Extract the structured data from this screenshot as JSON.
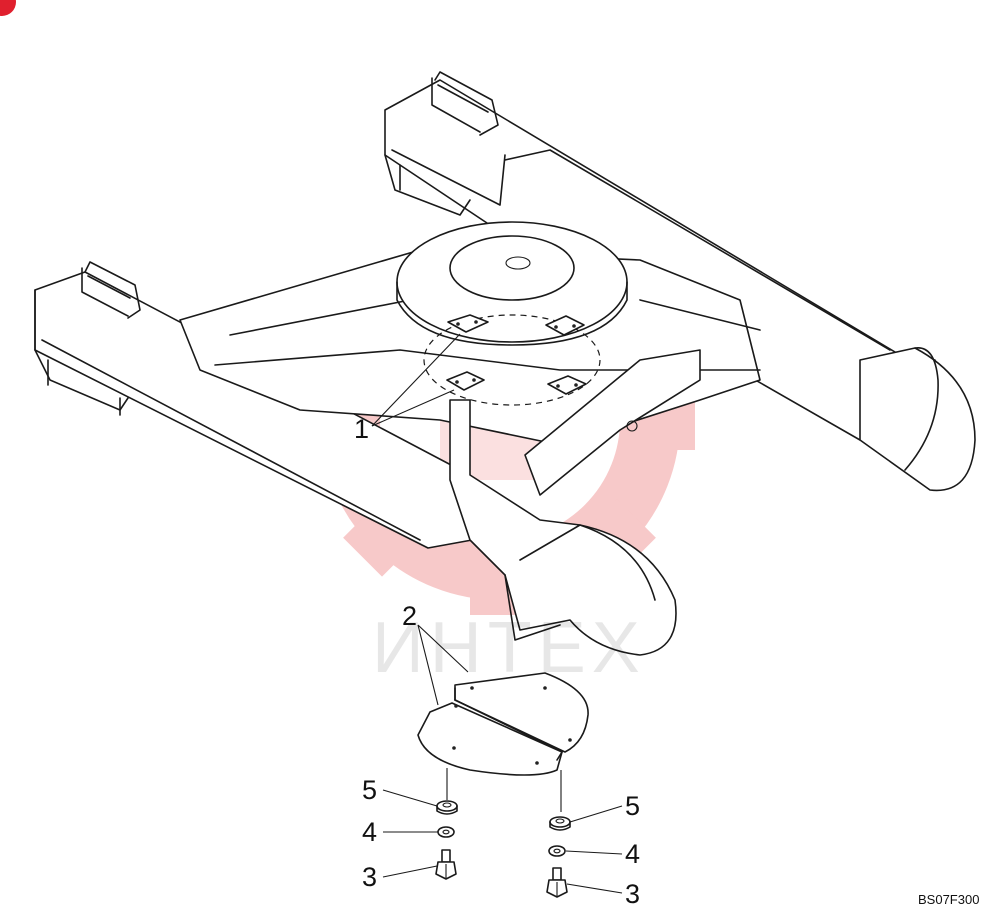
{
  "diagram": {
    "callouts": [
      {
        "id": "1",
        "label": "1"
      },
      {
        "id": "2",
        "label": "2"
      },
      {
        "id": "5a",
        "label": "5"
      },
      {
        "id": "4a",
        "label": "4"
      },
      {
        "id": "3a",
        "label": "3"
      },
      {
        "id": "5b",
        "label": "5"
      },
      {
        "id": "4b",
        "label": "4"
      },
      {
        "id": "3b",
        "label": "3"
      }
    ],
    "drawing_code": "BS07F300",
    "watermark": {
      "text": "ИНТЕХ",
      "color": "#f7c9c9"
    }
  }
}
